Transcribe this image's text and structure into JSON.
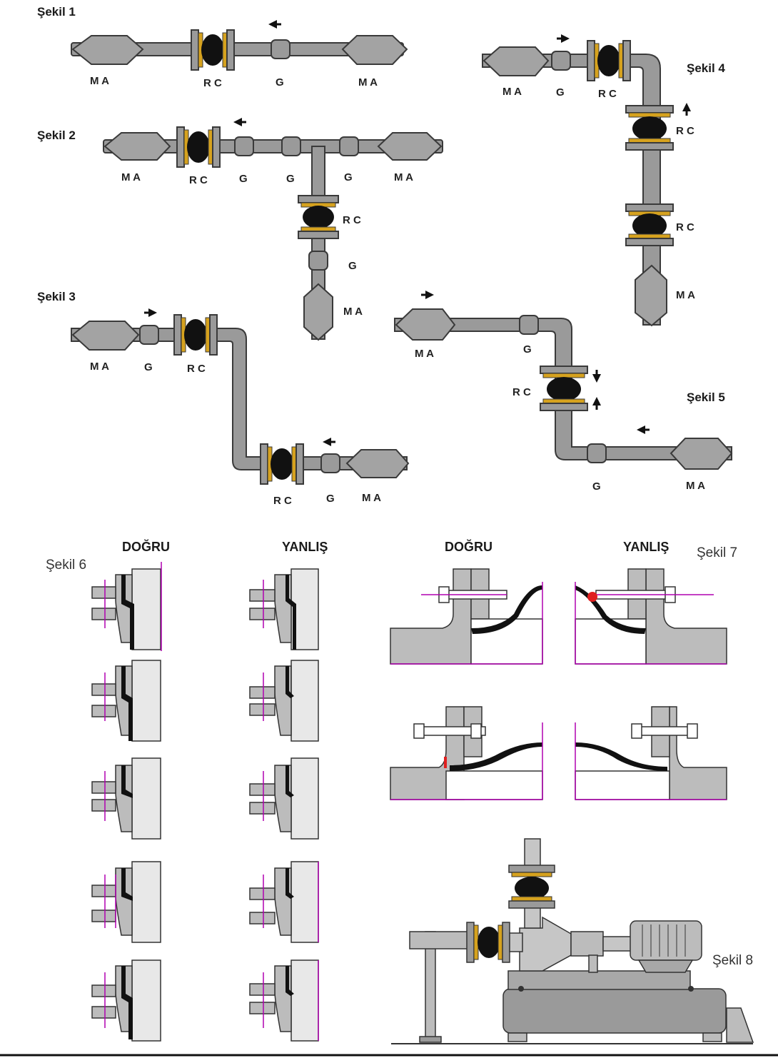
{
  "colors": {
    "pipe": "#9a9a9a",
    "pipe_stroke": "#3a3a3a",
    "rubber": "#111111",
    "flange_bolt": "#d6a21e",
    "guide_line": "#b000b0",
    "alert": "#e02020"
  },
  "figures": {
    "sekil1": {
      "title": "Şekil 1",
      "labels": [
        "M A",
        "R C",
        "G",
        "M A"
      ]
    },
    "sekil2": {
      "title": "Şekil 2",
      "labels": [
        "M A",
        "R C",
        "G",
        "G",
        "G",
        "M A",
        "R C",
        "G",
        "M A"
      ]
    },
    "sekil3": {
      "title": "Şekil 3",
      "labels": [
        "M A",
        "G",
        "R C",
        "R C",
        "G",
        "M A"
      ]
    },
    "sekil4": {
      "title": "Şekil 4",
      "labels": [
        "M A",
        "G",
        "R C",
        "R C",
        "R C",
        "M A"
      ]
    },
    "sekil5": {
      "title": "Şekil 5",
      "labels": [
        "M A",
        "G",
        "R C",
        "G",
        "M A"
      ]
    },
    "sekil6": {
      "title": "Şekil 6",
      "col_correct": "DOĞRU",
      "col_wrong": "YANLIŞ"
    },
    "sekil7": {
      "title": "Şekil 7",
      "col_correct": "DOĞRU",
      "col_wrong": "YANLIŞ"
    },
    "sekil8": {
      "title": "Şekil 8"
    }
  },
  "icons": [
    "flow-arrow-icon",
    "rubber-compensator-icon",
    "pipe-guide-icon",
    "machine-anchor-icon",
    "electric-motor-icon",
    "pump-icon"
  ]
}
